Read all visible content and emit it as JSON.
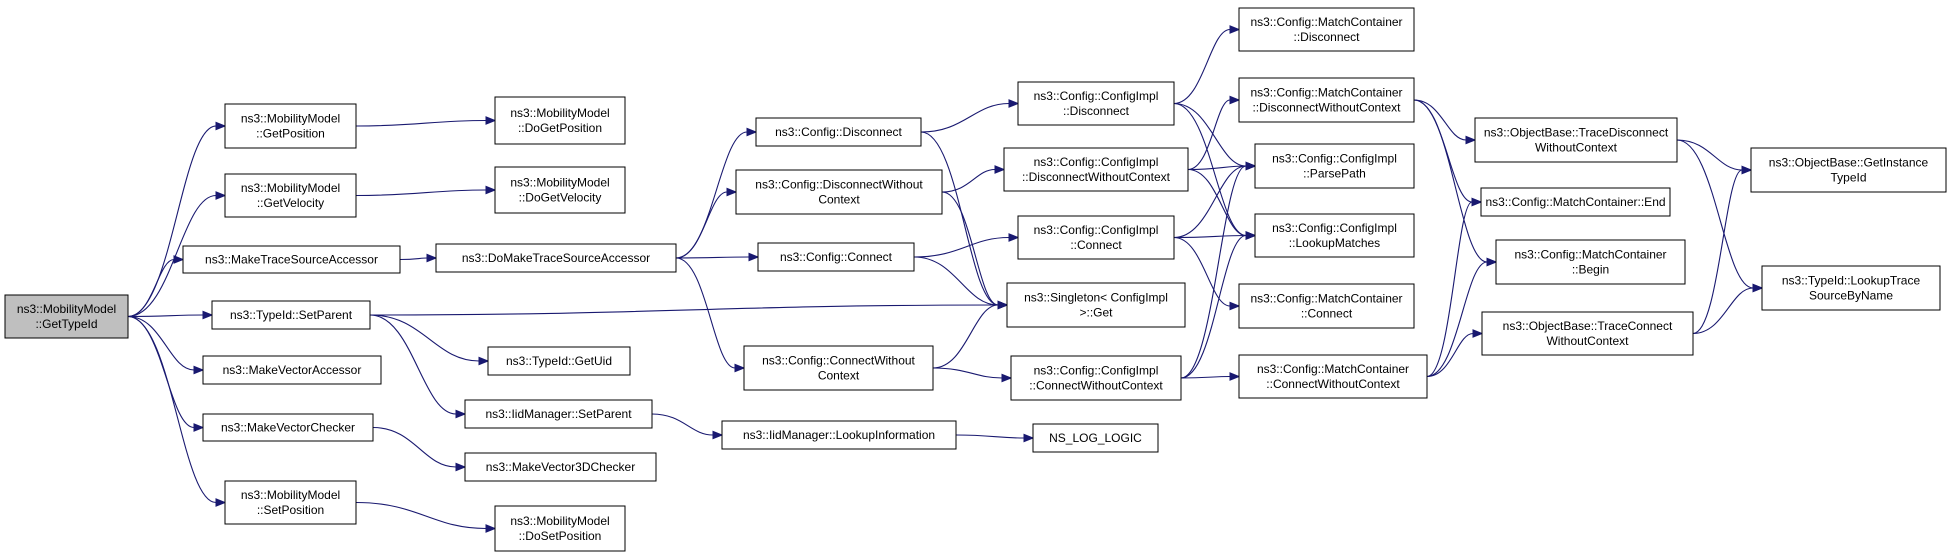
{
  "colors": {
    "edge": "#191970",
    "node_border": "#000000",
    "root_fill": "#bfbfbf",
    "node_fill": "#ffffff"
  },
  "nodes": [
    {
      "id": "root",
      "lines": [
        "ns3::MobilityModel",
        "::GetTypeId"
      ],
      "root": true
    },
    {
      "id": "getposition",
      "lines": [
        "ns3::MobilityModel",
        "::GetPosition"
      ]
    },
    {
      "id": "getvelocity",
      "lines": [
        "ns3::MobilityModel",
        "::GetVelocity"
      ]
    },
    {
      "id": "maketsa",
      "lines": [
        "ns3::MakeTraceSourceAccessor"
      ]
    },
    {
      "id": "setparent",
      "lines": [
        "ns3::TypeId::SetParent"
      ]
    },
    {
      "id": "makevectoraccessor",
      "lines": [
        "ns3::MakeVectorAccessor"
      ]
    },
    {
      "id": "makevectorchecker",
      "lines": [
        "ns3::MakeVectorChecker"
      ]
    },
    {
      "id": "setposition",
      "lines": [
        "ns3::MobilityModel",
        "::SetPosition"
      ]
    },
    {
      "id": "dogetposition",
      "lines": [
        "ns3::MobilityModel",
        "::DoGetPosition"
      ]
    },
    {
      "id": "dogetvelocity",
      "lines": [
        "ns3::MobilityModel",
        "::DoGetVelocity"
      ]
    },
    {
      "id": "domaketsa",
      "lines": [
        "ns3::DoMakeTraceSourceAccessor"
      ]
    },
    {
      "id": "getuid",
      "lines": [
        "ns3::TypeId::GetUid"
      ]
    },
    {
      "id": "iidsetparent",
      "lines": [
        "ns3::IidManager::SetParent"
      ]
    },
    {
      "id": "makevector3dchecker",
      "lines": [
        "ns3::MakeVector3DChecker"
      ]
    },
    {
      "id": "dosetposition",
      "lines": [
        "ns3::MobilityModel",
        "::DoSetPosition"
      ]
    },
    {
      "id": "cfgdisconnect",
      "lines": [
        "ns3::Config::Disconnect"
      ]
    },
    {
      "id": "cfgdisconnectwc",
      "lines": [
        "ns3::Config::DisconnectWithout",
        "Context"
      ]
    },
    {
      "id": "cfgconnect",
      "lines": [
        "ns3::Config::Connect"
      ]
    },
    {
      "id": "cfgconnectwc",
      "lines": [
        "ns3::Config::ConnectWithout",
        "Context"
      ]
    },
    {
      "id": "lookupinfo",
      "lines": [
        "ns3::IidManager::LookupInformation"
      ]
    },
    {
      "id": "implDisconnect",
      "lines": [
        "ns3::Config::ConfigImpl",
        "::Disconnect"
      ]
    },
    {
      "id": "implDisconnectwc",
      "lines": [
        "ns3::Config::ConfigImpl",
        "::DisconnectWithoutContext"
      ]
    },
    {
      "id": "implConnect",
      "lines": [
        "ns3::Config::ConfigImpl",
        "::Connect"
      ]
    },
    {
      "id": "singletonget",
      "lines": [
        "ns3::Singleton< ConfigImpl",
        " >::Get"
      ]
    },
    {
      "id": "implConnectwc",
      "lines": [
        "ns3::Config::ConfigImpl",
        "::ConnectWithoutContext"
      ]
    },
    {
      "id": "nslog",
      "lines": [
        "NS_LOG_LOGIC"
      ]
    },
    {
      "id": "mcDisconnect",
      "lines": [
        "ns3::Config::MatchContainer",
        "::Disconnect"
      ]
    },
    {
      "id": "mcDisconnectwc",
      "lines": [
        "ns3::Config::MatchContainer",
        "::DisconnectWithoutContext"
      ]
    },
    {
      "id": "parsepath",
      "lines": [
        "ns3::Config::ConfigImpl",
        "::ParsePath"
      ]
    },
    {
      "id": "lookupmatches",
      "lines": [
        "ns3::Config::ConfigImpl",
        "::LookupMatches"
      ]
    },
    {
      "id": "mcConnect",
      "lines": [
        "ns3::Config::MatchContainer",
        "::Connect"
      ]
    },
    {
      "id": "mcConnectwc",
      "lines": [
        "ns3::Config::MatchContainer",
        "::ConnectWithoutContext"
      ]
    },
    {
      "id": "obTraceDisconnectwc",
      "lines": [
        "ns3::ObjectBase::TraceDisconnect",
        "WithoutContext"
      ]
    },
    {
      "id": "mcEnd",
      "lines": [
        "ns3::Config::MatchContainer::End"
      ]
    },
    {
      "id": "mcBegin",
      "lines": [
        "ns3::Config::MatchContainer",
        "::Begin"
      ]
    },
    {
      "id": "obTraceConnectwc",
      "lines": [
        "ns3::ObjectBase::TraceConnect",
        "WithoutContext"
      ]
    },
    {
      "id": "obGetInstanceTypeId",
      "lines": [
        "ns3::ObjectBase::GetInstance",
        "TypeId"
      ]
    },
    {
      "id": "lookupTraceSource",
      "lines": [
        "ns3::TypeId::LookupTrace",
        "SourceByName"
      ]
    }
  ],
  "edges": [
    [
      "root",
      "getposition"
    ],
    [
      "root",
      "getvelocity"
    ],
    [
      "root",
      "maketsa"
    ],
    [
      "root",
      "setparent"
    ],
    [
      "root",
      "makevectoraccessor"
    ],
    [
      "root",
      "makevectorchecker"
    ],
    [
      "root",
      "setposition"
    ],
    [
      "getposition",
      "dogetposition"
    ],
    [
      "getvelocity",
      "dogetvelocity"
    ],
    [
      "maketsa",
      "domaketsa"
    ],
    [
      "setparent",
      "singletonget"
    ],
    [
      "setparent",
      "getuid"
    ],
    [
      "setparent",
      "iidsetparent"
    ],
    [
      "makevectorchecker",
      "makevector3dchecker"
    ],
    [
      "setposition",
      "dosetposition"
    ],
    [
      "domaketsa",
      "cfgdisconnect"
    ],
    [
      "domaketsa",
      "cfgdisconnectwc"
    ],
    [
      "domaketsa",
      "cfgconnect"
    ],
    [
      "domaketsa",
      "cfgconnectwc"
    ],
    [
      "iidsetparent",
      "lookupinfo"
    ],
    [
      "lookupinfo",
      "nslog"
    ],
    [
      "cfgdisconnect",
      "implDisconnect"
    ],
    [
      "cfgdisconnect",
      "singletonget"
    ],
    [
      "cfgdisconnectwc",
      "implDisconnectwc"
    ],
    [
      "cfgdisconnectwc",
      "singletonget"
    ],
    [
      "cfgconnect",
      "implConnect"
    ],
    [
      "cfgconnect",
      "singletonget"
    ],
    [
      "cfgconnectwc",
      "singletonget"
    ],
    [
      "cfgconnectwc",
      "implConnectwc"
    ],
    [
      "implDisconnect",
      "mcDisconnect"
    ],
    [
      "implDisconnect",
      "parsepath"
    ],
    [
      "implDisconnect",
      "lookupmatches"
    ],
    [
      "implDisconnectwc",
      "mcDisconnectwc"
    ],
    [
      "implDisconnectwc",
      "parsepath"
    ],
    [
      "implDisconnectwc",
      "lookupmatches"
    ],
    [
      "implConnect",
      "parsepath"
    ],
    [
      "implConnect",
      "lookupmatches"
    ],
    [
      "implConnect",
      "mcConnect"
    ],
    [
      "implConnectwc",
      "parsepath"
    ],
    [
      "implConnectwc",
      "lookupmatches"
    ],
    [
      "implConnectwc",
      "mcConnectwc"
    ],
    [
      "mcDisconnectwc",
      "obTraceDisconnectwc"
    ],
    [
      "mcDisconnectwc",
      "mcEnd"
    ],
    [
      "mcDisconnectwc",
      "mcBegin"
    ],
    [
      "mcConnectwc",
      "mcEnd"
    ],
    [
      "mcConnectwc",
      "mcBegin"
    ],
    [
      "mcConnectwc",
      "obTraceConnectwc"
    ],
    [
      "obTraceDisconnectwc",
      "obGetInstanceTypeId"
    ],
    [
      "obTraceDisconnectwc",
      "lookupTraceSource"
    ],
    [
      "obTraceConnectwc",
      "obGetInstanceTypeId"
    ],
    [
      "obTraceConnectwc",
      "lookupTraceSource"
    ]
  ]
}
